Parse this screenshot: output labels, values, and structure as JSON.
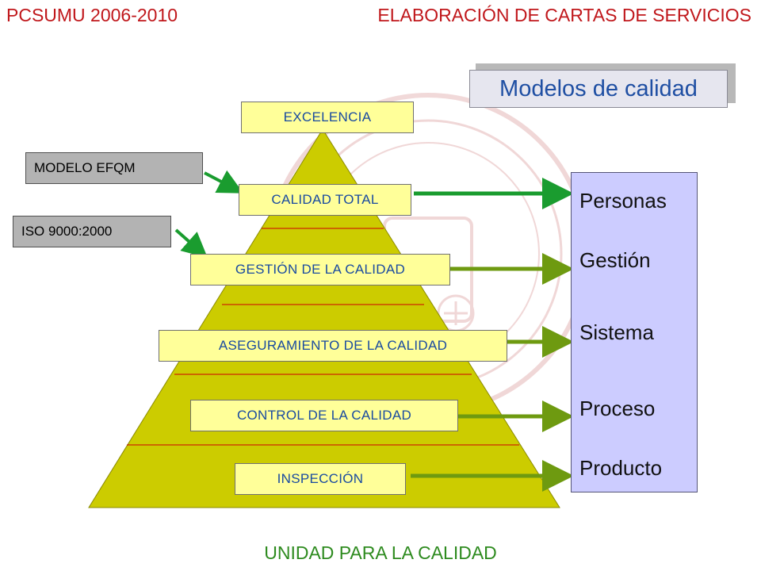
{
  "header": {
    "left": "PCSUMU 2006-2010",
    "right": "ELABORACIÓN DE CARTAS DE SERVICIOS"
  },
  "title": "Modelos de calidad",
  "pyramid_levels": [
    "EXCELENCIA",
    "CALIDAD TOTAL",
    "GESTIÓN DE LA CALIDAD",
    "ASEGURAMIENTO DE LA CALIDAD",
    "CONTROL DE LA CALIDAD",
    "INSPECCIÓN"
  ],
  "external_models": [
    "MODELO EFQM",
    "ISO 9000:2000"
  ],
  "categories": [
    "Personas",
    "Gestión",
    "Sistema",
    "Proceso",
    "Producto"
  ],
  "footer": "UNIDAD PARA LA CALIDAD",
  "colors": {
    "header_red": "#c0171b",
    "footer_green": "#2e8b1f",
    "pyramid_fill": "#cccc00",
    "level_box_fill": "#ffff99",
    "level_text": "#1a4ba0",
    "separator_red": "#cc0000",
    "arrow_green_bright": "#1a9c2f",
    "arrow_green_olive": "#6e9a10",
    "panel_fill": "#ccccff",
    "title_text": "#1f4fa3"
  },
  "icons": {
    "watermark": "university-seal-watermark",
    "arrow": "arrow-right-icon"
  }
}
